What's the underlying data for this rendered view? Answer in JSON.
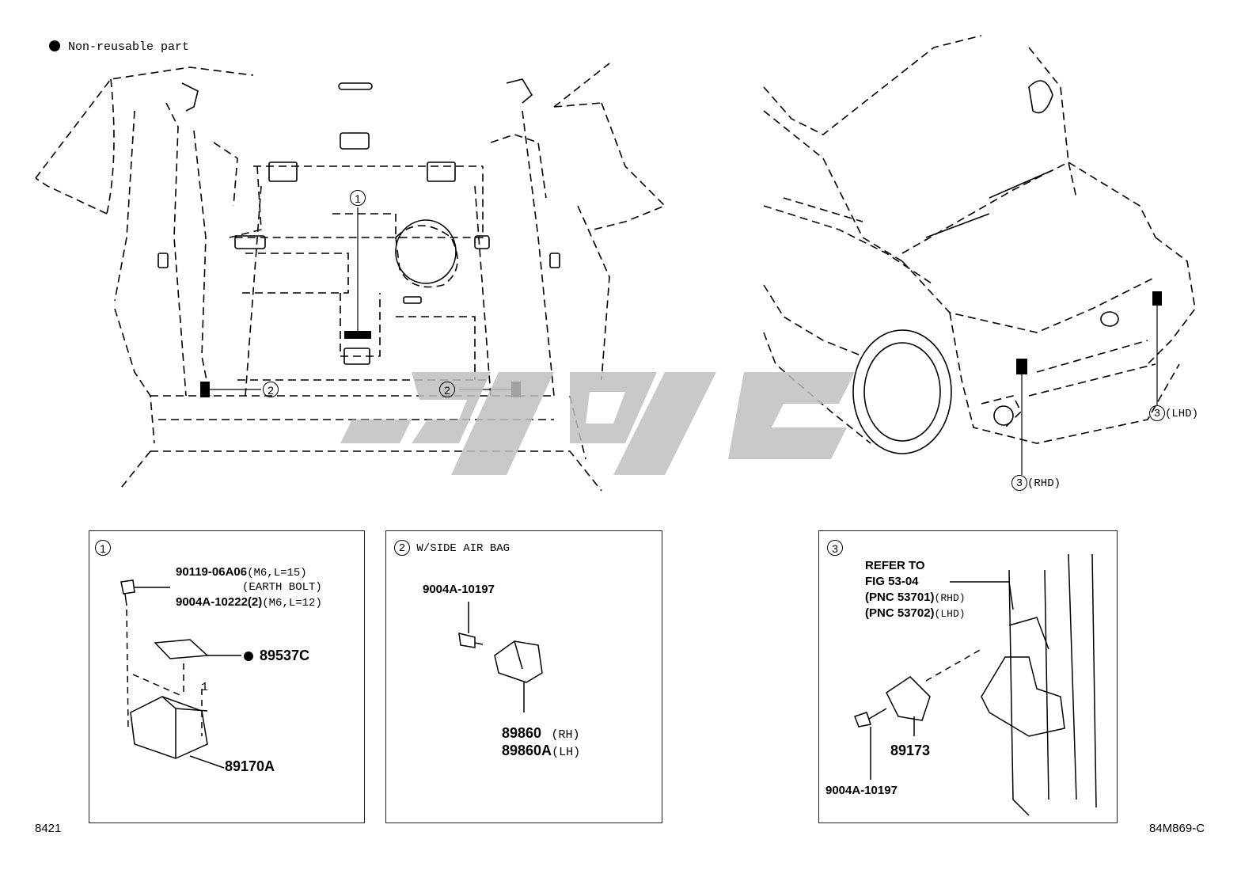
{
  "legend": {
    "label": "Non-reusable part"
  },
  "callouts": {
    "one": "1",
    "two": "2",
    "three": "3"
  },
  "front_view": {
    "rhd": "(RHD)",
    "lhd": "(LHD)"
  },
  "detail1": {
    "id": "1",
    "bolt_part": "90119-06A06",
    "bolt_spec": "(M6,L=15)",
    "bolt_note": "(EARTH BOLT)",
    "bolt_alt_part": "9004A-10222(2)",
    "bolt_alt_spec": "(M6,L=12)",
    "label_part": "89537C",
    "module_part": "89170A",
    "leader_num": "1"
  },
  "detail2": {
    "id": "2",
    "title": "W/SIDE AIR BAG",
    "bolt_part": "9004A-10197",
    "sensor_rh_part": "89860",
    "sensor_rh_side": "(RH)",
    "sensor_lh_part": "89860A",
    "sensor_lh_side": "(LH)"
  },
  "detail3": {
    "id": "3",
    "refer_line1": "REFER TO",
    "refer_line2": "FIG 53-04",
    "pnc_rhd_code": "(PNC 53701)",
    "pnc_rhd_side": "(RHD)",
    "pnc_lhd_code": "(PNC 53702)",
    "pnc_lhd_side": "(LHD)",
    "sensor_part": "89173",
    "bolt_part": "9004A-10197"
  },
  "footer": {
    "left_code": "8421",
    "right_code": "84M869-C"
  }
}
